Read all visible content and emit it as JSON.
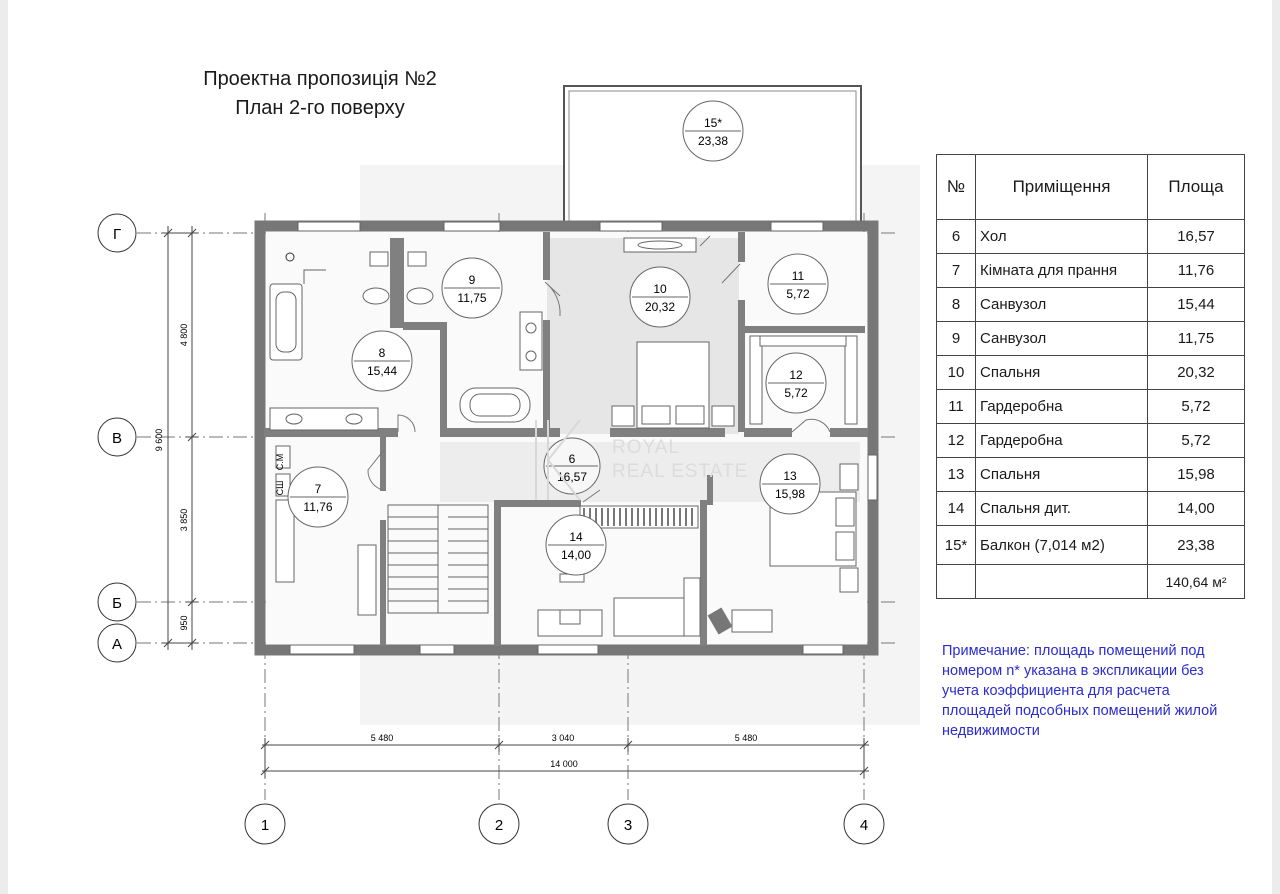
{
  "title": {
    "line1": "Проектна пропозиція №2",
    "line2": "План 2-го поверху"
  },
  "rooms": [
    {
      "num": "6",
      "area": "16,57"
    },
    {
      "num": "7",
      "area": "11,76"
    },
    {
      "num": "8",
      "area": "15,44"
    },
    {
      "num": "9",
      "area": "11,75"
    },
    {
      "num": "10",
      "area": "20,32"
    },
    {
      "num": "11",
      "area": "5,72"
    },
    {
      "num": "12",
      "area": "5,72"
    },
    {
      "num": "13",
      "area": "15,98"
    },
    {
      "num": "14",
      "area": "14,00"
    },
    {
      "num": "15*",
      "area": "23,38"
    }
  ],
  "grid_axes": {
    "rows": [
      "Г",
      "В",
      "Б",
      "А"
    ],
    "cols": [
      "1",
      "2",
      "3",
      "4"
    ]
  },
  "dimensions": {
    "vertical": [
      "4 800",
      "3 850",
      "950"
    ],
    "vertical_total": "9 600",
    "horizontal": [
      "5 480",
      "3 040",
      "5 480"
    ],
    "horizontal_total": "14 000"
  },
  "fixture_labels": [
    "С.М",
    "СШ"
  ],
  "table": {
    "headers": [
      "№",
      "Приміщення",
      "Площа"
    ],
    "rows": [
      [
        "6",
        "Хол",
        "16,57"
      ],
      [
        "7",
        "Кімната для прання",
        "11,76"
      ],
      [
        "8",
        "Санвузол",
        "15,44"
      ],
      [
        "9",
        "Санвузол",
        "11,75"
      ],
      [
        "10",
        "Спальня",
        "20,32"
      ],
      [
        "11",
        "Гардеробна",
        "5,72"
      ],
      [
        "12",
        "Гардеробна",
        "5,72"
      ],
      [
        "13",
        "Спальня",
        "15,98"
      ],
      [
        "14",
        "Спальня дит.",
        "14,00"
      ],
      [
        "15*",
        "Балкон (7,014 м2)",
        "23,38"
      ]
    ],
    "total": "140,64 м²"
  },
  "note": "Примечание: площадь помещений под номером n* указана в экспликации без учета коэффициента для расчета площадей подсобных помещений жилой недвижимости",
  "watermark": {
    "line1": "ROYAL",
    "line2": "REAL ESTATE"
  }
}
